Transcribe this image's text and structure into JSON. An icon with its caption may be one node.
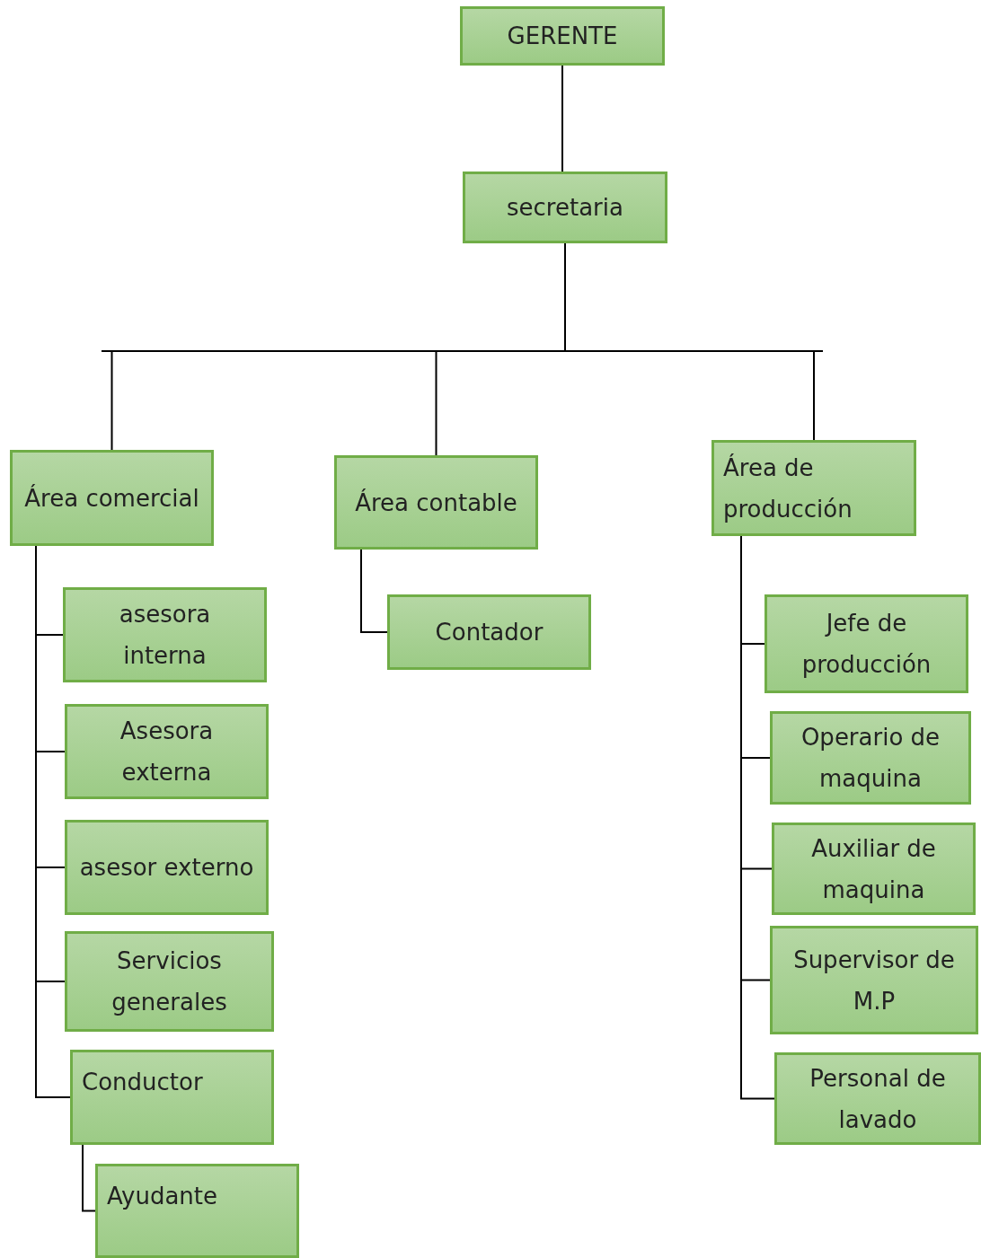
{
  "diagram": {
    "nodes": [
      {
        "text": [
          "GERENTE"
        ]
      },
      {
        "text": [
          "secretaria"
        ]
      },
      {
        "text": [
          "Área comercial"
        ]
      },
      {
        "text": [
          "Área contable"
        ]
      },
      {
        "text": [
          "Área de producción"
        ]
      },
      {
        "text": [
          "asesora interna"
        ]
      },
      {
        "text": [
          "Asesora externa"
        ]
      },
      {
        "text": [
          "asesor externo"
        ]
      },
      {
        "text": [
          "Servicios generales"
        ]
      },
      {
        "text": [
          "Conductor"
        ]
      },
      {
        "text": [
          "Ayudante"
        ]
      },
      {
        "text": [
          "Contador"
        ]
      },
      {
        "text": [
          "Jefe de producción"
        ]
      },
      {
        "text": [
          "Operario de maquina"
        ]
      },
      {
        "text": [
          "Auxiliar de maquina"
        ]
      },
      {
        "text": [
          "Supervisor de M.P"
        ]
      },
      {
        "text": [
          "Personal de lavado"
        ]
      }
    ],
    "edges": [
      {
        "from": 0,
        "to": 1,
        "arrow": "none"
      },
      {
        "from": 1,
        "to": 2,
        "arrow": "none"
      },
      {
        "from": 1,
        "to": 3,
        "arrow": "none"
      },
      {
        "from": 1,
        "to": 4,
        "arrow": "none"
      },
      {
        "from": 2,
        "to": 5,
        "arrow": "none"
      },
      {
        "from": 2,
        "to": 6,
        "arrow": "none"
      },
      {
        "from": 2,
        "to": 7,
        "arrow": "none"
      },
      {
        "from": 2,
        "to": 8,
        "arrow": "none"
      },
      {
        "from": 2,
        "to": 9,
        "arrow": "none"
      },
      {
        "from": 9,
        "to": 10,
        "arrow": "none"
      },
      {
        "from": 3,
        "to": 11,
        "arrow": "none"
      },
      {
        "from": 4,
        "to": 12,
        "arrow": "none"
      },
      {
        "from": 4,
        "to": 13,
        "arrow": "none"
      },
      {
        "from": 4,
        "to": 14,
        "arrow": "none"
      },
      {
        "from": 4,
        "to": 15,
        "arrow": "none"
      },
      {
        "from": 4,
        "to": 16,
        "arrow": "none"
      }
    ]
  }
}
